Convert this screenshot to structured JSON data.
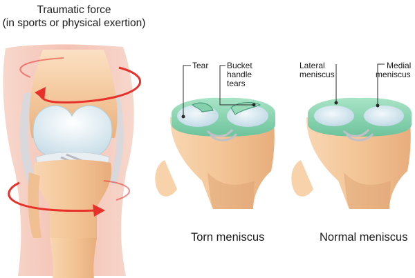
{
  "heading": {
    "line1": "Traumatic force",
    "line2": "(in sports or physical exertion)"
  },
  "torn": {
    "tear_label": "Tear",
    "bucket_line1": "Bucket",
    "bucket_line2": "handle",
    "bucket_line3": "tears",
    "caption": "Torn meniscus"
  },
  "normal": {
    "lateral_line1": "Lateral",
    "lateral_line2": "meniscus",
    "medial_line1": "Medial",
    "medial_line2": "meniscus",
    "caption": "Normal meniscus"
  },
  "colors": {
    "meniscus": "#8fd6b4",
    "cartilage": "#cfe6ef",
    "bone": "#f3caa0",
    "skin": "#f6cfc3",
    "arrow": "#e8302a"
  }
}
